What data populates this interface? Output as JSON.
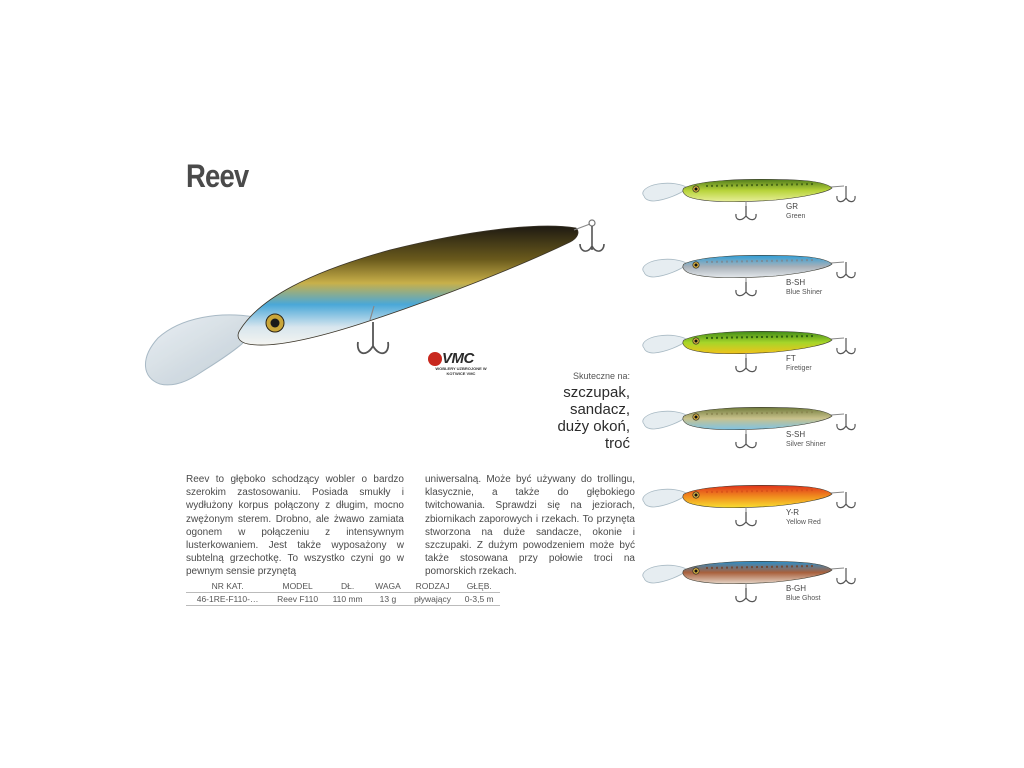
{
  "title": "Reev",
  "logo": {
    "brand": "VMC",
    "tagline": "WOBLERY UZBROJONE W KOTWICE VMC"
  },
  "effective": {
    "label": "Skuteczne na:",
    "species": [
      "szczupak,",
      "sandacz,",
      "duży okoń,",
      "troć"
    ]
  },
  "description": {
    "left": "Reev to głęboko schodzący wobler o bardzo szerokim zastosowaniu. Posiada smukły i wydłużony korpus połączony z długim, mocno zwężonym sterem. Drobno, ale żwawo zamiata ogonem w połączeniu z intensywnym lusterkowaniem. Jest także wyposażony w subtelną grzechotkę. To wszystko czyni go w pewnym sensie przynętą",
    "right": "uniwersalną. Może być używany do trollingu, klasycznie, a także do głębokiego twitchowania. Sprawdzi się na jeziorach, zbiornikach zaporowych i rzekach. To przynęta stworzona na duże sandacze, okonie i szczupaki. Z dużym powodzeniem może być także stosowana przy połowie troci na pomorskich rzekach."
  },
  "spec_table": {
    "headers": [
      "NR KAT.",
      "MODEL",
      "DŁ.",
      "WAGA",
      "RODZAJ",
      "GŁĘB."
    ],
    "rows": [
      [
        "46-1RE-F110-…",
        "Reev F110",
        "110 mm",
        "13 g",
        "pływający",
        "0-3,5 m"
      ]
    ]
  },
  "variants": [
    {
      "code": "GR",
      "name": "Green",
      "top": "#4f7a1c",
      "mid": "#b8d43a",
      "belly": "#e8ef9a",
      "pattern": "#3b5a12"
    },
    {
      "code": "B-SH",
      "name": "Blue Shiner",
      "top": "#2f9fd8",
      "mid": "#a7b0b8",
      "belly": "#e4e8ec",
      "pattern": "#7d8790"
    },
    {
      "code": "FT",
      "name": "Firetiger",
      "top": "#3f8a18",
      "mid": "#a6d62a",
      "belly": "#f2c21a",
      "pattern": "#224f0c"
    },
    {
      "code": "S-SH",
      "name": "Silver Shiner",
      "top": "#6f7a3a",
      "mid": "#c9c28c",
      "belly": "#7ec3e6",
      "pattern": "#8a8650"
    },
    {
      "code": "Y-R",
      "name": "Yellow Red",
      "top": "#e0321c",
      "mid": "#f08c1e",
      "belly": "#f8de30",
      "pattern": "#d8501a"
    },
    {
      "code": "B-GH",
      "name": "Blue Ghost",
      "top": "#2b8fcc",
      "mid": "#a8603c",
      "belly": "#e6d6c8",
      "pattern": "#7a3e22"
    }
  ]
}
